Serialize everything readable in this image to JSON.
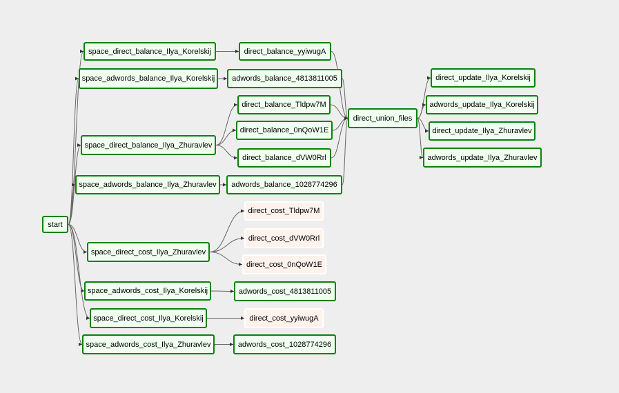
{
  "graph": {
    "background": "#eeeeee",
    "edge_color": "#666666",
    "status_colors": {
      "success": {
        "fill": "#f0fff0",
        "border": "#098209"
      },
      "pending": {
        "fill": "#fdf2ec",
        "border": "#ffffff"
      }
    },
    "nodes": [
      {
        "id": "start",
        "label": "start",
        "status": "success"
      },
      {
        "id": "space_direct_balance_Ilya_Korelskij",
        "label": "space_direct_balance_Ilya_Korelskij",
        "status": "success"
      },
      {
        "id": "space_adwords_balance_Ilya_Korelskij",
        "label": "space_adwords_balance_Ilya_Korelskij",
        "status": "success"
      },
      {
        "id": "space_direct_balance_Ilya_Zhuravlev",
        "label": "space_direct_balance_Ilya_Zhuravlev",
        "status": "success"
      },
      {
        "id": "space_adwords_balance_Ilya_Zhuravlev",
        "label": "space_adwords_balance_Ilya_Zhuravlev",
        "status": "success"
      },
      {
        "id": "space_direct_cost_Ilya_Zhuravlev",
        "label": "space_direct_cost_Ilya_Zhuravlev",
        "status": "success"
      },
      {
        "id": "space_adwords_cost_Ilya_Korelskij",
        "label": "space_adwords_cost_Ilya_Korelskij",
        "status": "success"
      },
      {
        "id": "space_direct_cost_Ilya_Korelskij",
        "label": "space_direct_cost_Ilya_Korelskij",
        "status": "success"
      },
      {
        "id": "space_adwords_cost_Ilya_Zhuravlev",
        "label": "space_adwords_cost_Ilya_Zhuravlev",
        "status": "success"
      },
      {
        "id": "direct_balance_yyiwugA",
        "label": "direct_balance_yyiwugA",
        "status": "success"
      },
      {
        "id": "adwords_balance_4813811005",
        "label": "adwords_balance_4813811005",
        "status": "success"
      },
      {
        "id": "direct_balance_Tldpw7M",
        "label": "direct_balance_Tldpw7M",
        "status": "success"
      },
      {
        "id": "direct_balance_0nQoW1E",
        "label": "direct_balance_0nQoW1E",
        "status": "success"
      },
      {
        "id": "direct_balance_dVW0Rrl",
        "label": "direct_balance_dVW0Rrl",
        "status": "success"
      },
      {
        "id": "adwords_balance_1028774296",
        "label": "adwords_balance_1028774296",
        "status": "success"
      },
      {
        "id": "direct_cost_Tldpw7M",
        "label": "direct_cost_Tldpw7M",
        "status": "pending"
      },
      {
        "id": "direct_cost_dVW0Rrl",
        "label": "direct_cost_dVW0Rrl",
        "status": "pending"
      },
      {
        "id": "direct_cost_0nQoW1E",
        "label": "direct_cost_0nQoW1E",
        "status": "pending"
      },
      {
        "id": "adwords_cost_4813811005",
        "label": "adwords_cost_4813811005",
        "status": "success"
      },
      {
        "id": "direct_cost_yyiwugA",
        "label": "direct_cost_yyiwugA",
        "status": "pending"
      },
      {
        "id": "adwords_cost_1028774296",
        "label": "adwords_cost_1028774296",
        "status": "success"
      },
      {
        "id": "direct_union_files",
        "label": "direct_union_files",
        "status": "success"
      },
      {
        "id": "direct_update_Ilya_Korelskij",
        "label": "direct_update_Ilya_Korelskij",
        "status": "success"
      },
      {
        "id": "adwords_update_Ilya_Korelskij",
        "label": "adwords_update_Ilya_Korelskij",
        "status": "success"
      },
      {
        "id": "direct_update_Ilya_Zhuravlev",
        "label": "direct_update_Ilya_Zhuravlev",
        "status": "success"
      },
      {
        "id": "adwords_update_Ilya_Zhuravlev",
        "label": "adwords_update_Ilya_Zhuravlev",
        "status": "success"
      }
    ],
    "edges": [
      [
        "start",
        "space_direct_balance_Ilya_Korelskij"
      ],
      [
        "start",
        "space_adwords_balance_Ilya_Korelskij"
      ],
      [
        "start",
        "space_direct_balance_Ilya_Zhuravlev"
      ],
      [
        "start",
        "space_adwords_balance_Ilya_Zhuravlev"
      ],
      [
        "start",
        "space_direct_cost_Ilya_Zhuravlev"
      ],
      [
        "start",
        "space_adwords_cost_Ilya_Korelskij"
      ],
      [
        "start",
        "space_direct_cost_Ilya_Korelskij"
      ],
      [
        "start",
        "space_adwords_cost_Ilya_Zhuravlev"
      ],
      [
        "space_direct_balance_Ilya_Korelskij",
        "direct_balance_yyiwugA"
      ],
      [
        "space_adwords_balance_Ilya_Korelskij",
        "adwords_balance_4813811005"
      ],
      [
        "space_direct_balance_Ilya_Zhuravlev",
        "direct_balance_Tldpw7M"
      ],
      [
        "space_direct_balance_Ilya_Zhuravlev",
        "direct_balance_0nQoW1E"
      ],
      [
        "space_direct_balance_Ilya_Zhuravlev",
        "direct_balance_dVW0Rrl"
      ],
      [
        "space_adwords_balance_Ilya_Zhuravlev",
        "adwords_balance_1028774296"
      ],
      [
        "space_direct_cost_Ilya_Zhuravlev",
        "direct_cost_Tldpw7M"
      ],
      [
        "space_direct_cost_Ilya_Zhuravlev",
        "direct_cost_dVW0Rrl"
      ],
      [
        "space_direct_cost_Ilya_Zhuravlev",
        "direct_cost_0nQoW1E"
      ],
      [
        "space_adwords_cost_Ilya_Korelskij",
        "adwords_cost_4813811005"
      ],
      [
        "space_direct_cost_Ilya_Korelskij",
        "direct_cost_yyiwugA"
      ],
      [
        "space_adwords_cost_Ilya_Zhuravlev",
        "adwords_cost_1028774296"
      ],
      [
        "direct_balance_yyiwugA",
        "direct_union_files"
      ],
      [
        "adwords_balance_4813811005",
        "direct_union_files"
      ],
      [
        "direct_balance_Tldpw7M",
        "direct_union_files"
      ],
      [
        "direct_balance_0nQoW1E",
        "direct_union_files"
      ],
      [
        "direct_balance_dVW0Rrl",
        "direct_union_files"
      ],
      [
        "adwords_balance_1028774296",
        "direct_union_files"
      ],
      [
        "direct_union_files",
        "direct_update_Ilya_Korelskij"
      ],
      [
        "direct_union_files",
        "adwords_update_Ilya_Korelskij"
      ],
      [
        "direct_union_files",
        "direct_update_Ilya_Zhuravlev"
      ],
      [
        "direct_union_files",
        "adwords_update_Ilya_Zhuravlev"
      ]
    ]
  }
}
